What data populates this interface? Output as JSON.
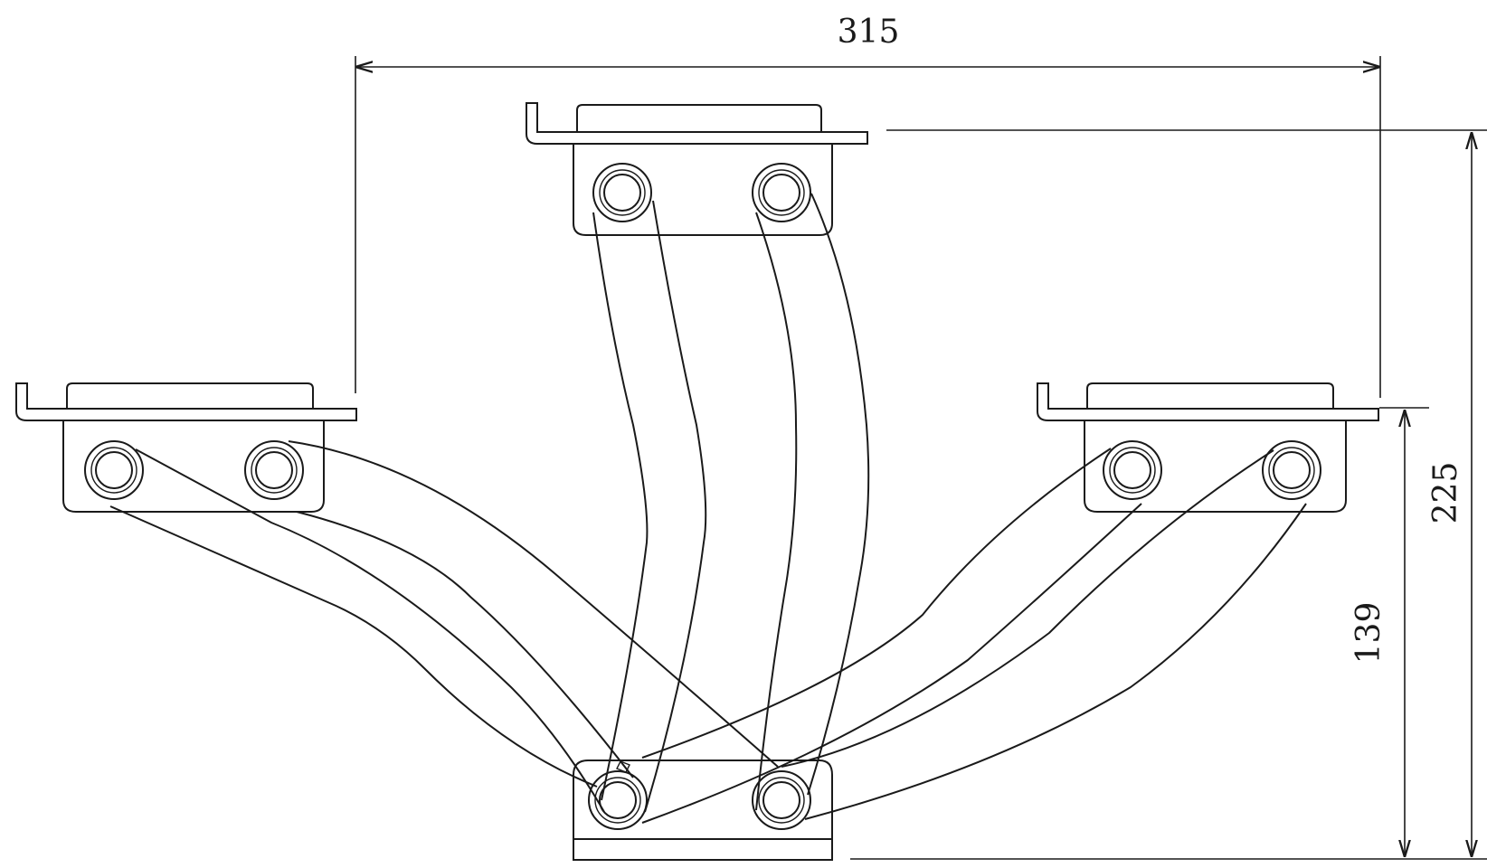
{
  "dimensions": {
    "width_label": "315",
    "height_label": "225",
    "lower_height_label": "139"
  },
  "colors": {
    "stroke": "#1a1a1a",
    "background": "#ffffff"
  }
}
